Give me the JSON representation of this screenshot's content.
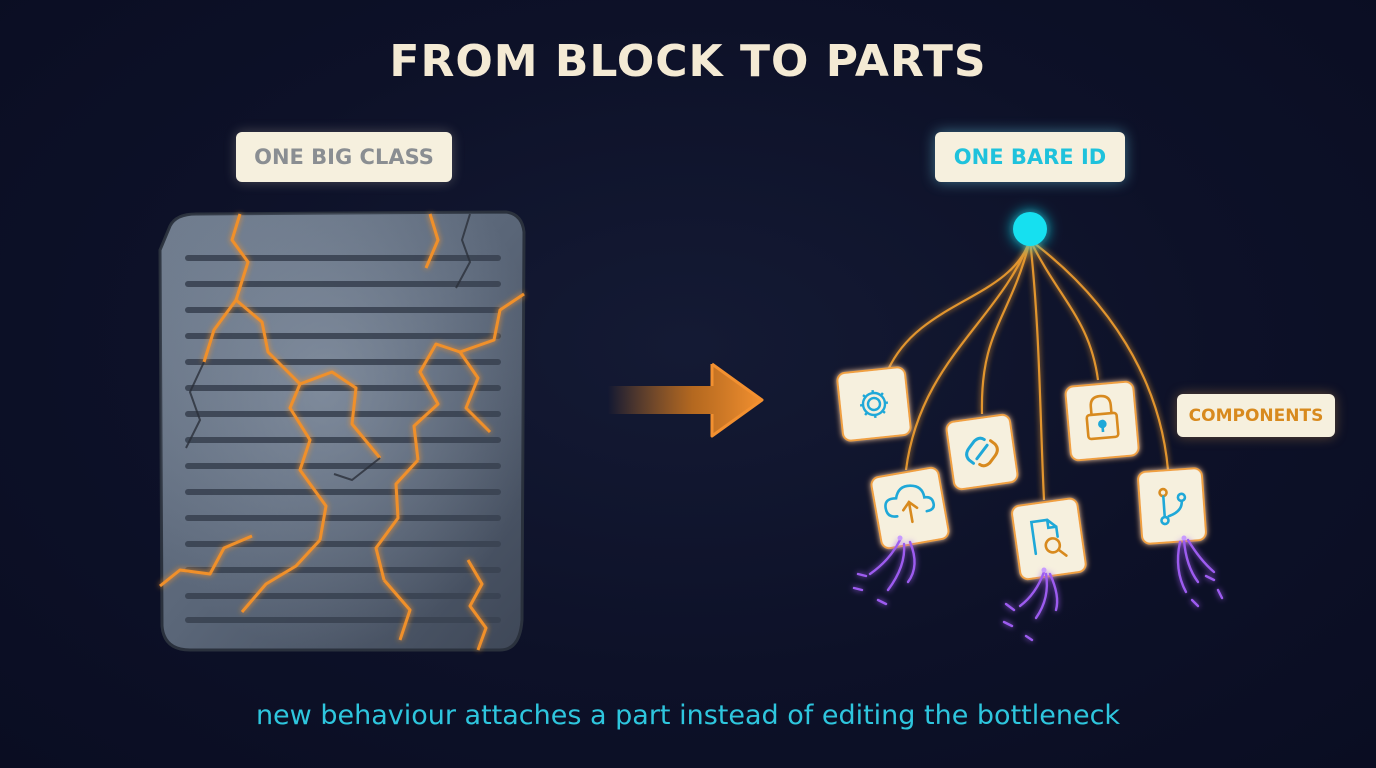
{
  "title": "FROM BLOCK TO PARTS",
  "left_label": "ONE BIG CLASS",
  "right_label": "ONE BARE ID",
  "components_label": "COMPONENTS",
  "caption": "new behaviour attaches a part instead of editing the bottleneck",
  "colors": {
    "accent_orange": "#f08a24",
    "accent_cyan": "#19e0f0",
    "accent_purple": "#9d5cf0",
    "card_bg": "#f6f0de",
    "background": "#0d1128"
  },
  "components": [
    {
      "icon": "gear-icon"
    },
    {
      "icon": "link-icon"
    },
    {
      "icon": "lock-icon"
    },
    {
      "icon": "cloud-upload-icon"
    },
    {
      "icon": "document-search-icon"
    },
    {
      "icon": "branch-icon"
    }
  ]
}
